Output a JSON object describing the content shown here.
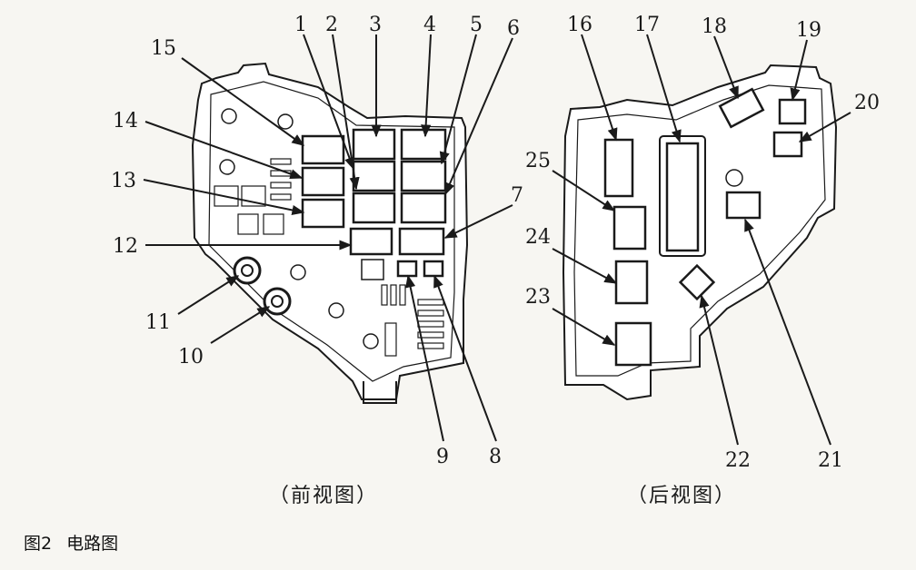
{
  "diagram": {
    "front_view": {
      "caption": "（前视图）",
      "labels": [
        "1",
        "2",
        "3",
        "4",
        "5",
        "6",
        "7",
        "8",
        "9",
        "10",
        "11",
        "12",
        "13",
        "14",
        "15"
      ]
    },
    "rear_view": {
      "caption": "（后视图）",
      "labels": [
        "16",
        "17",
        "18",
        "19",
        "20",
        "21",
        "22",
        "23",
        "24",
        "25"
      ]
    }
  },
  "figure_caption": {
    "number": "图2",
    "title": "电路图"
  },
  "colors": {
    "ink": "#1a1a1a",
    "paper": "#f7f6f2",
    "housing": "#ffffff"
  }
}
